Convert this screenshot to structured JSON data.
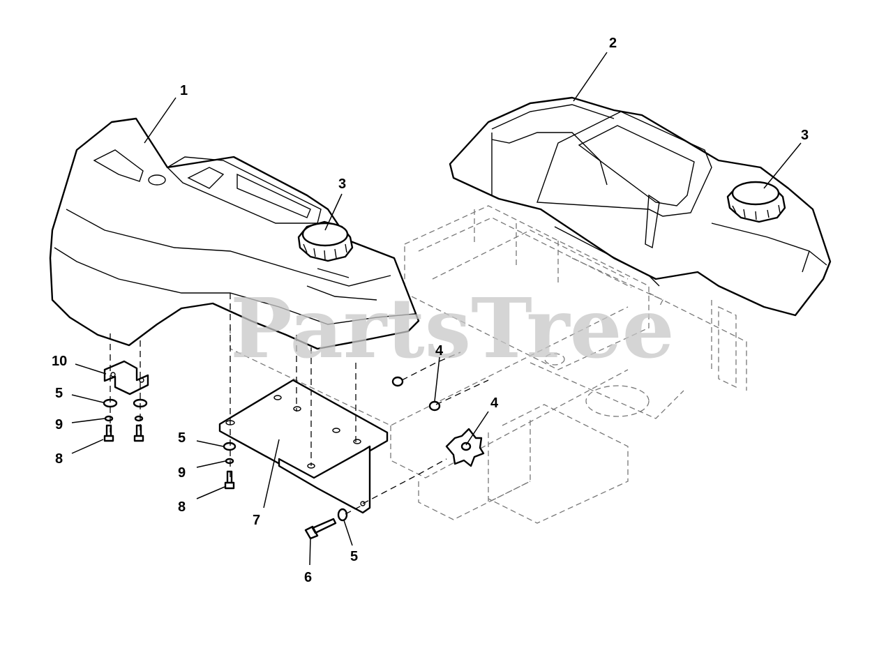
{
  "watermark": "PartsTree",
  "callouts": [
    {
      "id": "c1",
      "label": "1"
    },
    {
      "id": "c2",
      "label": "2"
    },
    {
      "id": "c3a",
      "label": "3"
    },
    {
      "id": "c3b",
      "label": "3"
    },
    {
      "id": "c4a",
      "label": "4"
    },
    {
      "id": "c4b",
      "label": "4"
    },
    {
      "id": "c5a",
      "label": "5"
    },
    {
      "id": "c5b",
      "label": "5"
    },
    {
      "id": "c5c",
      "label": "5"
    },
    {
      "id": "c6",
      "label": "6"
    },
    {
      "id": "c7",
      "label": "7"
    },
    {
      "id": "c8a",
      "label": "8"
    },
    {
      "id": "c8b",
      "label": "8"
    },
    {
      "id": "c9a",
      "label": "9"
    },
    {
      "id": "c9b",
      "label": "9"
    },
    {
      "id": "c10",
      "label": "10"
    }
  ]
}
